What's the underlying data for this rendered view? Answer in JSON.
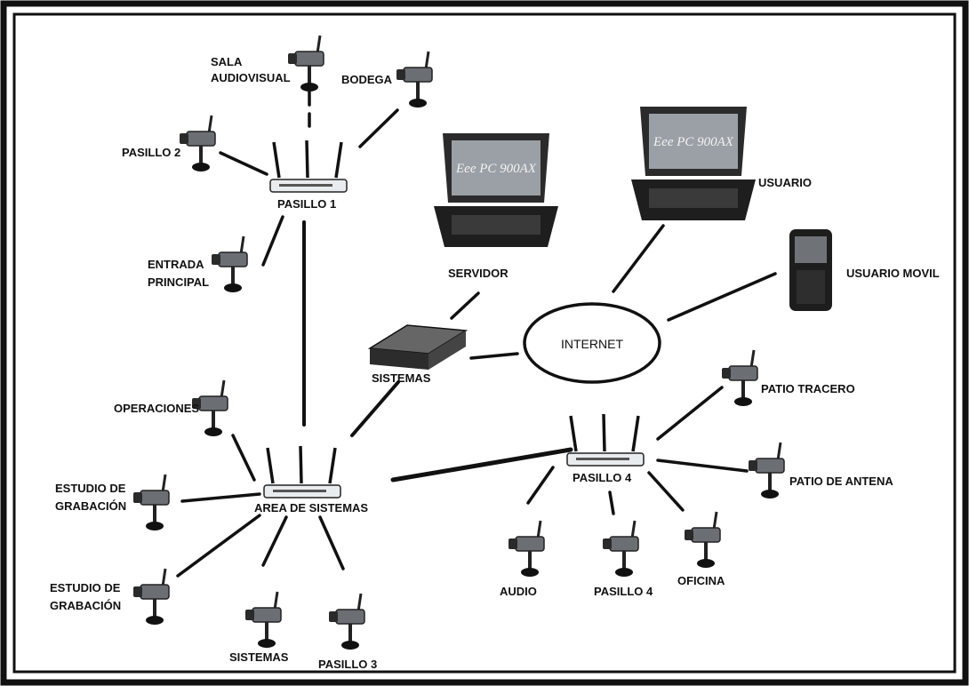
{
  "diagram": {
    "central_cloud": "INTERNET",
    "routers": {
      "pasillo1": "PASILLO 1",
      "area": "AREA DE SISTEMAS",
      "pasillo4": "PASILLO 4",
      "sistemas": "SISTEMAS"
    },
    "devices": {
      "servidor": "SERVIDOR",
      "usuario": "USUARIO",
      "usuario_movil": "USUARIO MOVIL",
      "laptop_brand": "Eee PC 900AX"
    },
    "cameras": {
      "sala": [
        "SALA",
        "AUDIOVISUAL"
      ],
      "bodega": "BODEGA",
      "pasillo2": "PASILLO 2",
      "entrada": [
        "ENTRADA",
        "PRINCIPAL"
      ],
      "operaciones": "OPERACIONES",
      "estudio1": [
        "ESTUDIO DE",
        "GRABACIÓN"
      ],
      "estudio2": [
        "ESTUDIO DE",
        "GRABACIÓN"
      ],
      "sistemas_cam": "SISTEMAS",
      "pasillo3": "PASILLO 3",
      "audio": "AUDIO",
      "pasillo4_cam": "PASILLO 4",
      "oficina": "OFICINA",
      "patio_tracero": "PATIO TRACERO",
      "patio_antena": "PATIO DE ANTENA"
    }
  },
  "colors": {
    "frame": "#111111",
    "ink": "#111111",
    "router_body": "#e9ecef",
    "laptop_screen": "#9aa0a6"
  }
}
